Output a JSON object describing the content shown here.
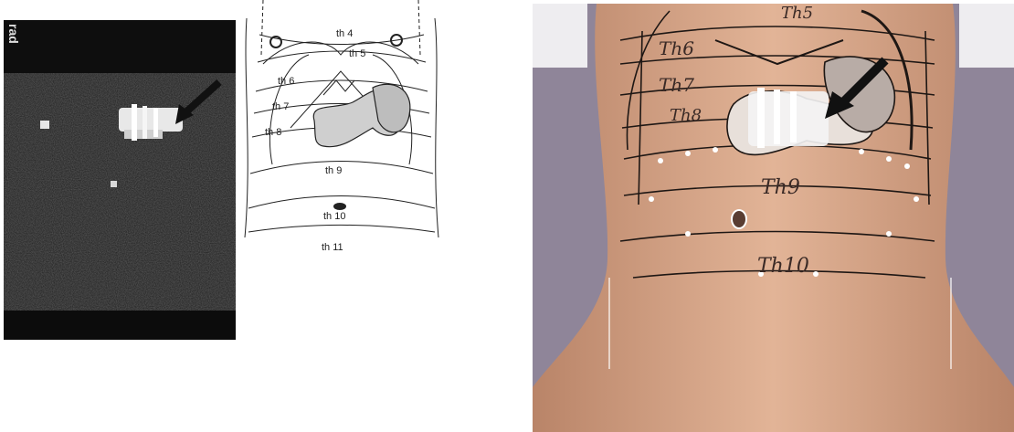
{
  "scan": {
    "corner_label": "rad"
  },
  "diagram": {
    "segments": [
      "th 4",
      "th 5",
      "th 6",
      "th 7",
      "th 8",
      "th 9",
      "th 10",
      "th 11"
    ]
  },
  "photo": {
    "segments": [
      "Th5",
      "Th6",
      "Th7",
      "Th8",
      "Th9",
      "Th10"
    ]
  },
  "colors": {
    "scan_bg": "#1a1a1a",
    "skin": "#d9a98c",
    "backdrop": "#8f8599",
    "arrow": "#111111"
  }
}
